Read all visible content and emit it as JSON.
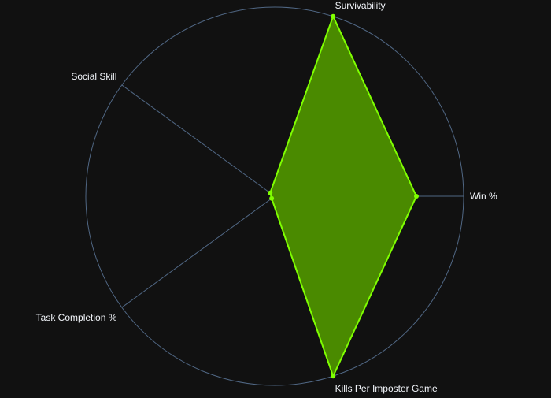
{
  "chart_data": {
    "type": "radar",
    "categories": [
      "Win %",
      "Kills Per Imposter Game",
      "Task Completion %",
      "Social Skill",
      "Survivability"
    ],
    "series": [
      {
        "values": [
          0.75,
          1.0,
          0.02,
          0.03,
          1.0
        ],
        "color": "#7FFF00",
        "fill": "#4a8a00"
      }
    ],
    "range": [
      0,
      1
    ],
    "grid": true,
    "legend": "none"
  },
  "colors": {
    "background": "#111111",
    "grid": "#506784",
    "axis_text": "#f2f5fa",
    "series_line": "#7FFF00",
    "series_fill": "#4a8a00"
  }
}
